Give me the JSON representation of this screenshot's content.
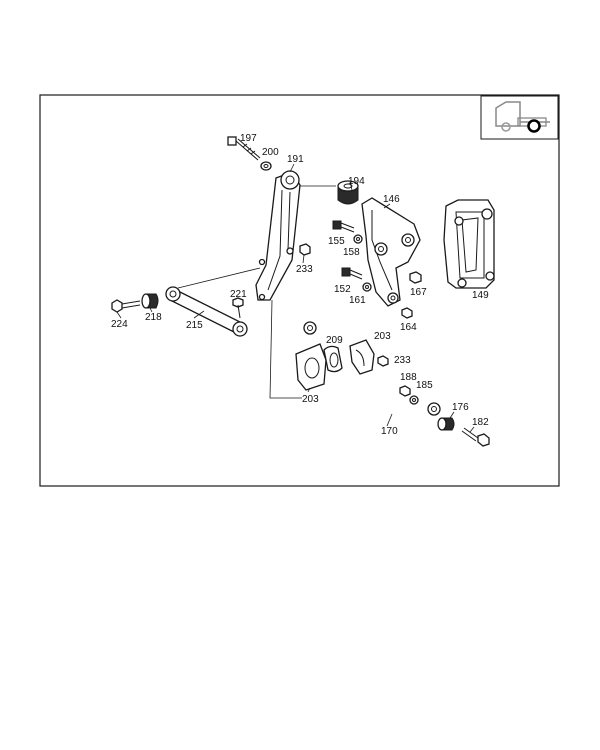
{
  "labels": {
    "p197": "197",
    "p200": "200",
    "p191": "191",
    "p194": "194",
    "p146": "146",
    "p155": "155",
    "p158": "158",
    "p233a": "233",
    "p152": "152",
    "p161": "161",
    "p167": "167",
    "p164": "164",
    "p149": "149",
    "p221": "221",
    "p224": "224",
    "p218": "218",
    "p215": "215",
    "p209": "209",
    "p203a": "203",
    "p233b": "233",
    "p203b": "203",
    "p188": "188",
    "p185": "185",
    "p176": "176",
    "p182": "182",
    "p170": "170"
  },
  "icons": {
    "indicator": "truck-rear-axle-icon"
  },
  "colors": {
    "line": "#1a1a1a",
    "background": "#ffffff",
    "indicator": "#000000"
  }
}
